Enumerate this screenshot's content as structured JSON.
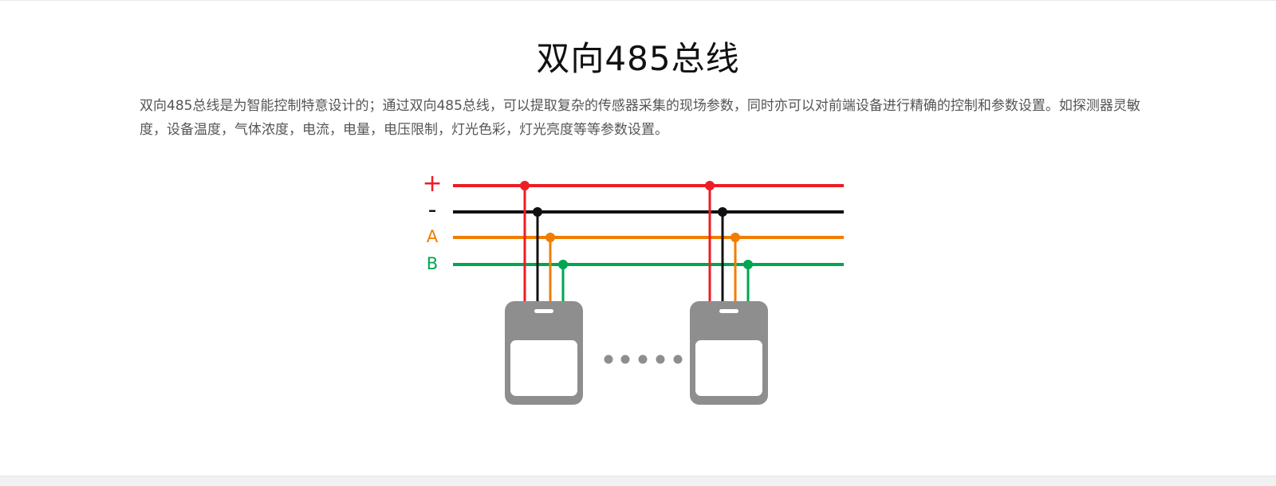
{
  "header": {
    "title": "双向485总线",
    "description": "双向485总线是为智能控制特意设计的；通过双向485总线，可以提取复杂的传感器采集的现场参数，同时亦可以对前端设备进行精确的控制和参数设置。如探测器灵敏度，设备温度，气体浓度，电流，电量，电压限制，灯光色彩，灯光亮度等等参数设置。"
  },
  "diagram": {
    "bus_lines": [
      {
        "label": "+",
        "color": "#ee1c25"
      },
      {
        "label": "-",
        "color": "#111111"
      },
      {
        "label": "A",
        "color": "#f07d00"
      },
      {
        "label": "B",
        "color": "#00a651"
      }
    ],
    "device_color": "#8e8e8e",
    "device_count_shown": 2,
    "ellipsis_dots": 5
  }
}
